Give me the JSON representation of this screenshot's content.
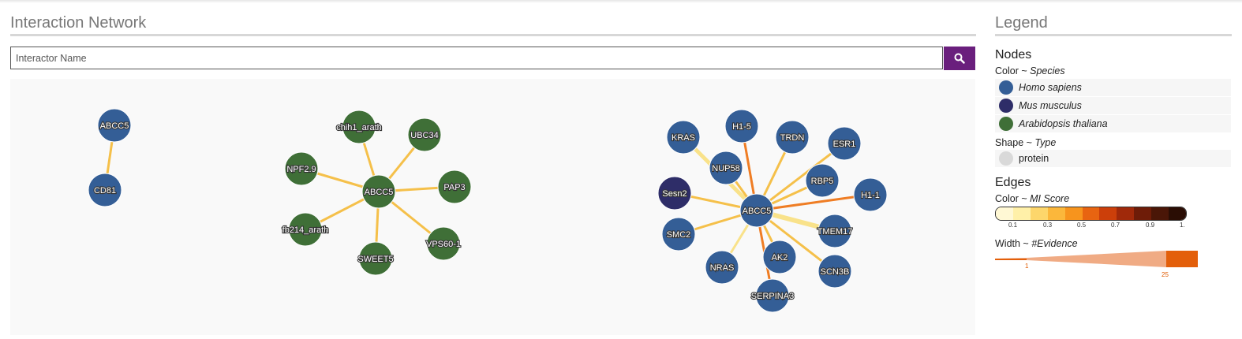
{
  "network": {
    "title": "Interaction Network",
    "search_placeholder": "Interactor Name",
    "search_icon": "magnifier-icon",
    "colors": {
      "human": "#345e96",
      "mouse": "#2e2d68",
      "plant": "#3f6f37",
      "edge": "#f5c04a",
      "edge_pale": "#f9e28a",
      "edge_dark": "#ef7d24"
    },
    "groups": [
      {
        "name": "group-1",
        "nodes": [
          {
            "id": "g1-abcc5",
            "label": "ABCC5",
            "species": "human"
          },
          {
            "id": "g1-cd81",
            "label": "CD81",
            "species": "human"
          }
        ],
        "edges": [
          {
            "source": "g1-abcc5",
            "target": "g1-cd81",
            "tone": "edge"
          }
        ]
      },
      {
        "name": "group-2",
        "nodes": [
          {
            "id": "g2-abcc5",
            "label": "ABCC5",
            "species": "plant"
          },
          {
            "id": "g2-chih1",
            "label": "chih1_arath",
            "species": "plant"
          },
          {
            "id": "g2-ubc34",
            "label": "UBC34",
            "species": "plant"
          },
          {
            "id": "g2-npf29",
            "label": "NPF2.9",
            "species": "plant"
          },
          {
            "id": "g2-pap3",
            "label": "PAP3",
            "species": "plant"
          },
          {
            "id": "g2-fb214",
            "label": "fb214_arath",
            "species": "plant"
          },
          {
            "id": "g2-vps60",
            "label": "VPS60-1",
            "species": "plant"
          },
          {
            "id": "g2-sweet5",
            "label": "SWEET5",
            "species": "plant"
          }
        ],
        "edges": [
          {
            "source": "g2-abcc5",
            "target": "g2-chih1",
            "tone": "edge"
          },
          {
            "source": "g2-abcc5",
            "target": "g2-ubc34",
            "tone": "edge"
          },
          {
            "source": "g2-abcc5",
            "target": "g2-npf29",
            "tone": "edge"
          },
          {
            "source": "g2-abcc5",
            "target": "g2-pap3",
            "tone": "edge"
          },
          {
            "source": "g2-abcc5",
            "target": "g2-fb214",
            "tone": "edge"
          },
          {
            "source": "g2-abcc5",
            "target": "g2-vps60",
            "tone": "edge"
          },
          {
            "source": "g2-abcc5",
            "target": "g2-sweet5",
            "tone": "edge"
          }
        ]
      },
      {
        "name": "group-3",
        "nodes": [
          {
            "id": "g3-abcc5",
            "label": "ABCC5",
            "species": "human"
          },
          {
            "id": "g3-kras",
            "label": "KRAS",
            "species": "human"
          },
          {
            "id": "g3-h15",
            "label": "H1-5",
            "species": "human"
          },
          {
            "id": "g3-trdn",
            "label": "TRDN",
            "species": "human"
          },
          {
            "id": "g3-esr1",
            "label": "ESR1",
            "species": "human"
          },
          {
            "id": "g3-nup58",
            "label": "NUP58",
            "species": "human"
          },
          {
            "id": "g3-rbp5",
            "label": "RBP5",
            "species": "human"
          },
          {
            "id": "g3-sesn2",
            "label": "Sesn2",
            "species": "mouse"
          },
          {
            "id": "g3-h11",
            "label": "H1-1",
            "species": "human"
          },
          {
            "id": "g3-smc2",
            "label": "SMC2",
            "species": "human"
          },
          {
            "id": "g3-tmem17",
            "label": "TMEM17",
            "species": "human"
          },
          {
            "id": "g3-nras",
            "label": "NRAS",
            "species": "human"
          },
          {
            "id": "g3-ak2",
            "label": "AK2",
            "species": "human"
          },
          {
            "id": "g3-scn3b",
            "label": "SCN3B",
            "species": "human"
          },
          {
            "id": "g3-serpina3",
            "label": "SERPINA3",
            "species": "human"
          }
        ],
        "edges": [
          {
            "source": "g3-abcc5",
            "target": "g3-kras",
            "tone": "edge_pale"
          },
          {
            "source": "g3-abcc5",
            "target": "g3-h15",
            "tone": "edge_dark"
          },
          {
            "source": "g3-abcc5",
            "target": "g3-trdn",
            "tone": "edge"
          },
          {
            "source": "g3-abcc5",
            "target": "g3-esr1",
            "tone": "edge"
          },
          {
            "source": "g3-abcc5",
            "target": "g3-nup58",
            "tone": "edge"
          },
          {
            "source": "g3-abcc5",
            "target": "g3-rbp5",
            "tone": "edge"
          },
          {
            "source": "g3-abcc5",
            "target": "g3-sesn2",
            "tone": "edge"
          },
          {
            "source": "g3-abcc5",
            "target": "g3-h11",
            "tone": "edge_dark"
          },
          {
            "source": "g3-abcc5",
            "target": "g3-smc2",
            "tone": "edge"
          },
          {
            "source": "g3-abcc5",
            "target": "g3-tmem17",
            "tone": "edge_pale"
          },
          {
            "source": "g3-abcc5",
            "target": "g3-nras",
            "tone": "edge_pale"
          },
          {
            "source": "g3-abcc5",
            "target": "g3-ak2",
            "tone": "edge"
          },
          {
            "source": "g3-abcc5",
            "target": "g3-scn3b",
            "tone": "edge"
          },
          {
            "source": "g3-abcc5",
            "target": "g3-serpina3",
            "tone": "edge_dark"
          }
        ]
      }
    ]
  },
  "legend": {
    "title": "Legend",
    "nodes_heading": "Nodes",
    "color_label": "Color ~",
    "color_attr": "Species",
    "species": [
      {
        "name": "Homo sapiens",
        "color": "#345e96"
      },
      {
        "name": "Mus musculus",
        "color": "#2e2d68"
      },
      {
        "name": "Arabidopsis thaliana",
        "color": "#3f6f37"
      }
    ],
    "shape_label": "Shape ~",
    "shape_attr": "Type",
    "shape_item": "protein",
    "shape_color": "#d9d9d9",
    "edges_heading": "Edges",
    "edge_color_label": "Color ~",
    "edge_color_attr": "MI Score",
    "mi_scale_colors": [
      "#fff8d4",
      "#fff0a8",
      "#fdd66b",
      "#fbb73b",
      "#f7941d",
      "#e86411",
      "#cc3f0a",
      "#a0290a",
      "#6e1c08",
      "#4a1607",
      "#2a0d04"
    ],
    "mi_ticks": [
      "0.1",
      "0.3",
      "0.5",
      "0.7",
      "0.9",
      "1."
    ],
    "width_label": "Width ~",
    "width_attr": "#Evidence",
    "width_ticks": [
      "1",
      "25"
    ],
    "width_colors": {
      "light": "#f0ab84",
      "dark": "#e35f0a"
    }
  }
}
